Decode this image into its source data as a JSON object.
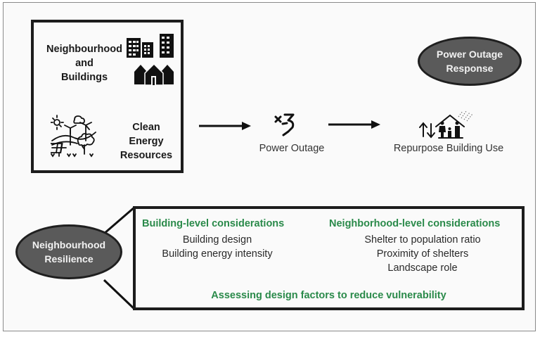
{
  "diagram": {
    "top_box": {
      "neighbourhood_label_lines": [
        "Neighbourhood",
        "and",
        "Buildings"
      ],
      "clean_energy_label_lines": [
        "Clean",
        "Energy",
        "Resources"
      ],
      "icons": [
        "buildings-icon",
        "houses-icon",
        "clean-energy-landscape-icon"
      ]
    },
    "flow": {
      "power_outage_label": "Power Outage",
      "power_outage_icon": "broken-power-icon",
      "repurpose_label": "Repurpose Building Use",
      "repurpose_icon": "family-shelter-icon"
    },
    "power_outage_response": {
      "lines": [
        "Power Outage",
        "Response"
      ]
    },
    "neighbourhood_resilience": {
      "lines": [
        "Neighbourhood",
        "Resilience"
      ]
    },
    "considerations": {
      "building_level": {
        "heading": "Building-level considerations",
        "items": [
          "Building design",
          "Building energy intensity"
        ]
      },
      "neighborhood_level": {
        "heading": "Neighborhood-level considerations",
        "items": [
          "Shelter to population ratio",
          "Proximity of shelters",
          "Landscape role"
        ]
      },
      "footer": "Assessing design factors to reduce vulnerability"
    },
    "colors": {
      "accent_green": "#2a8a4a",
      "ellipse_fill": "#5a5a5a",
      "border": "#1c1c1c"
    }
  }
}
